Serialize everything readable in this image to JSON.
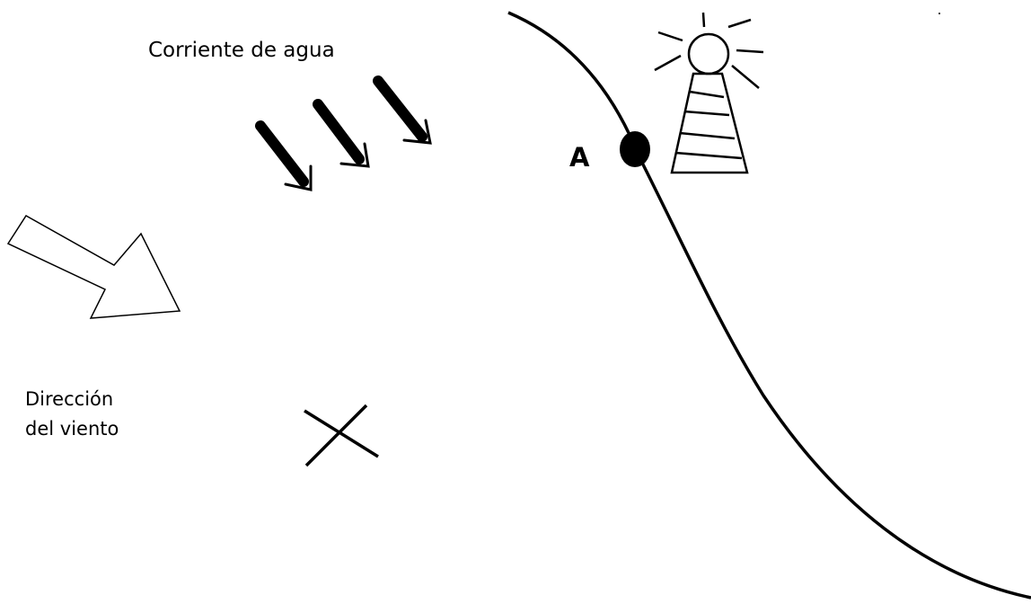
{
  "labels": {
    "water_current": "Corriente de agua",
    "wind_line1": "Dirección",
    "wind_line2": "del viento",
    "point": "A"
  },
  "icons": [
    "lighthouse-icon",
    "wind-arrow-icon",
    "current-arrow-icon",
    "cross-mark-icon"
  ],
  "colors": {
    "ink": "#000000",
    "background": "#ffffff"
  }
}
